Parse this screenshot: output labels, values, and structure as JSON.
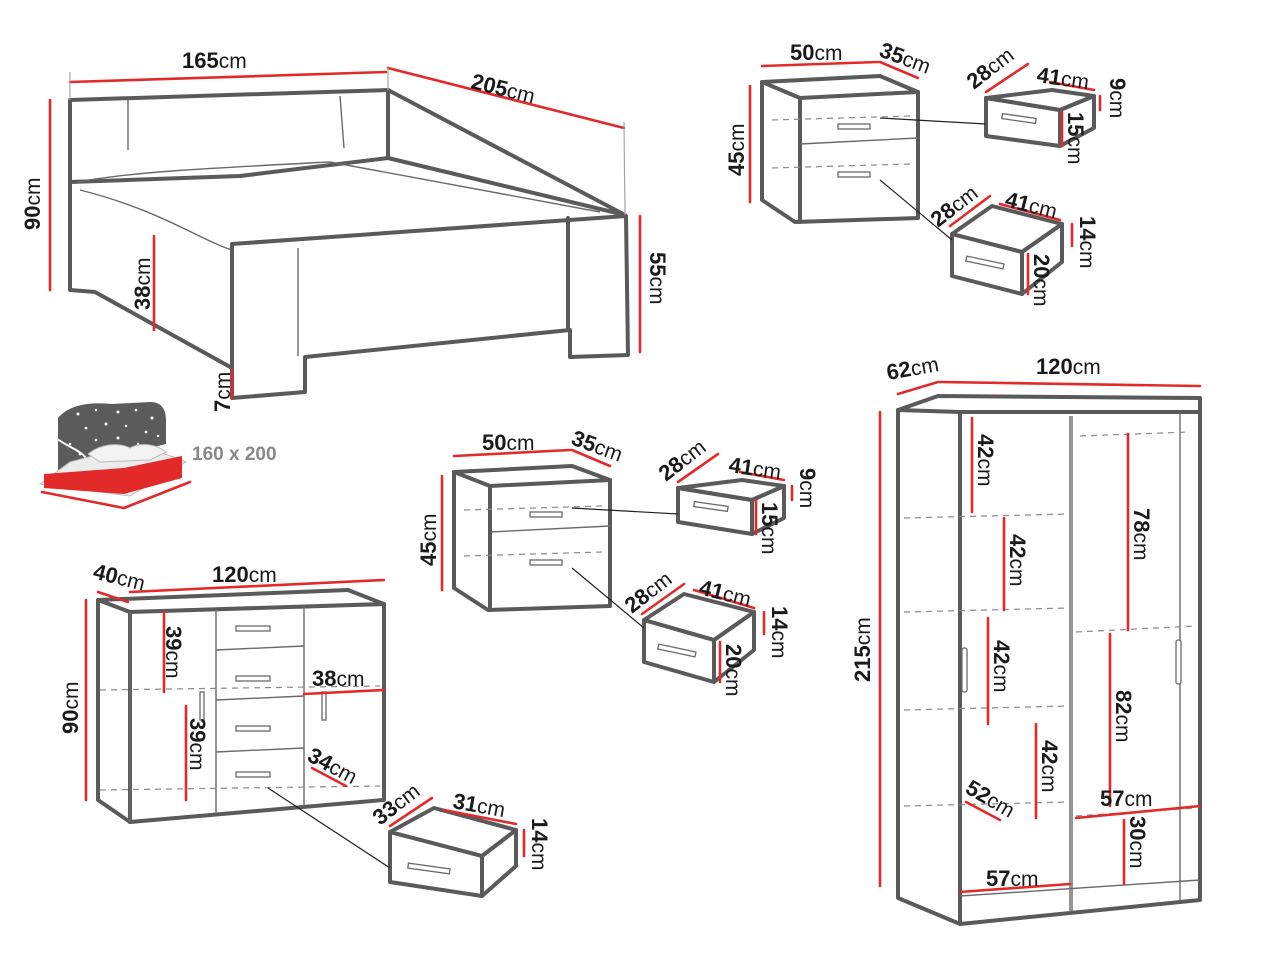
{
  "mattress": {
    "size": "160 x 200"
  },
  "unit": "cm",
  "labels": {
    "bed_w": "165",
    "bed_d": "205",
    "bed_h": "90",
    "bed_leg": "55",
    "bed_side": "38",
    "bed_gap": "7",
    "n1_w": "50",
    "n1_d": "35",
    "n1_h": "45",
    "n1_d1_d": "28",
    "n1_d1_w": "41",
    "n1_d1_h": "9",
    "n1_d1_f": "15",
    "n1_d2_d": "28",
    "n1_d2_w": "41",
    "n1_d2_h": "14",
    "n1_d2_f": "20",
    "n2_w": "50",
    "n2_d": "35",
    "n2_h": "45",
    "n2_d1_d": "28",
    "n2_d1_w": "41",
    "n2_d1_h": "9",
    "n2_d1_f": "15",
    "n2_d2_d": "28",
    "n2_d2_w": "41",
    "n2_d2_h": "14",
    "n2_d2_f": "20",
    "c_d": "40",
    "c_w": "120",
    "c_h": "90",
    "c_s1": "39",
    "c_s2": "39",
    "c_dw": "38",
    "c_dd": "34",
    "c_dr_d": "33",
    "c_dr_w": "31",
    "c_dr_h": "14",
    "w_d": "62",
    "w_w": "120",
    "w_h": "215",
    "w_a": "42",
    "w_b": "42",
    "w_c": "42",
    "w_d2": "42",
    "w_e": "78",
    "w_f": "82",
    "w_g": "57",
    "w_i": "52",
    "w_j": "30",
    "w_k": "57"
  }
}
